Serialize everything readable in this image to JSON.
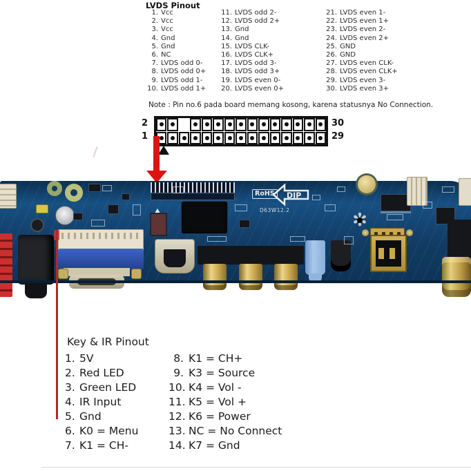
{
  "lvds_pinout": {
    "heading": "LVDS Pinout",
    "columns": [
      {
        "items": [
          {
            "num": "1.",
            "label": "Vcc"
          },
          {
            "num": "2.",
            "label": "Vcc"
          },
          {
            "num": "3.",
            "label": "Vcc"
          },
          {
            "num": "4.",
            "label": "Gnd"
          },
          {
            "num": "5.",
            "label": "Gnd"
          },
          {
            "num": "6.",
            "label": "NC"
          },
          {
            "num": "7.",
            "label": "LVDS odd 0-"
          },
          {
            "num": "8.",
            "label": "LVDS odd 0+"
          },
          {
            "num": "9.",
            "label": "LVDS odd 1-"
          },
          {
            "num": "10.",
            "label": "LVDS odd 1+"
          }
        ]
      },
      {
        "items": [
          {
            "num": "11.",
            "label": "LVDS odd 2-"
          },
          {
            "num": "12.",
            "label": "LVDS odd 2+"
          },
          {
            "num": "13.",
            "label": "Gnd"
          },
          {
            "num": "14.",
            "label": "Gnd"
          },
          {
            "num": "15.",
            "label": "LVDS CLK-"
          },
          {
            "num": "16.",
            "label": "LVDS CLK+"
          },
          {
            "num": "17.",
            "label": "LVDS odd 3-"
          },
          {
            "num": "18.",
            "label": "LVDS odd 3+"
          },
          {
            "num": "19.",
            "label": "LVDS even 0-"
          },
          {
            "num": "20.",
            "label": "LVDS even 0+"
          }
        ]
      },
      {
        "items": [
          {
            "num": "21.",
            "label": "LVDS even 1-"
          },
          {
            "num": "22.",
            "label": "LVDS even 1+"
          },
          {
            "num": "23.",
            "label": "LVDS even 2-"
          },
          {
            "num": "24.",
            "label": "LVDS even 2+"
          },
          {
            "num": "25.",
            "label": "GND"
          },
          {
            "num": "26.",
            "label": "GND"
          },
          {
            "num": "27.",
            "label": "LVDS even CLK-"
          },
          {
            "num": "28.",
            "label": "LVDS even CLK+"
          },
          {
            "num": "29.",
            "label": "LVDS even 3-"
          },
          {
            "num": "30.",
            "label": "LVDS even 3+"
          }
        ]
      }
    ]
  },
  "note": "Note : Pin no.6 pada board memang kosong, karena statusnya No Connection.",
  "connector": {
    "rows": 2,
    "cols": 15,
    "corner_labels": {
      "top_left": "2",
      "bottom_left": "1",
      "top_right": "30",
      "bottom_right": "29"
    },
    "empty_cells": [
      {
        "row": 0,
        "col": 2
      }
    ]
  },
  "board": {
    "rohs_label": "RoHS",
    "dip_label": "DIP",
    "model": "D63W12.2"
  },
  "key_ir_pinout": {
    "heading": "Key & IR Pinout",
    "col1": [
      {
        "num": "1.",
        "label": "5V"
      },
      {
        "num": "2.",
        "label": "Red LED"
      },
      {
        "num": "3.",
        "label": "Green LED"
      },
      {
        "num": "4.",
        "label": "IR Input"
      },
      {
        "num": "5.",
        "label": "Gnd"
      },
      {
        "num": "6.",
        "label": "K0 = Menu"
      },
      {
        "num": "7.",
        "label": "K1 = CH-"
      }
    ],
    "col2": [
      {
        "num": "8.",
        "label": "K1 = CH+"
      },
      {
        "num": "9.",
        "label": "K3 = Source"
      },
      {
        "num": "10.",
        "label": "K4 = Vol -"
      },
      {
        "num": "11.",
        "label": "K5 = Vol +"
      },
      {
        "num": "12.",
        "label": "K6 = Power"
      },
      {
        "num": "13.",
        "label": "NC = No Connect"
      },
      {
        "num": "14.",
        "label": "K7 = Gnd"
      }
    ]
  },
  "colors": {
    "arrow_red": "#de1410",
    "pointer_line_red": "#b5282a",
    "pcb_blue": "#123c64",
    "connector_gold": "#caa94f"
  }
}
